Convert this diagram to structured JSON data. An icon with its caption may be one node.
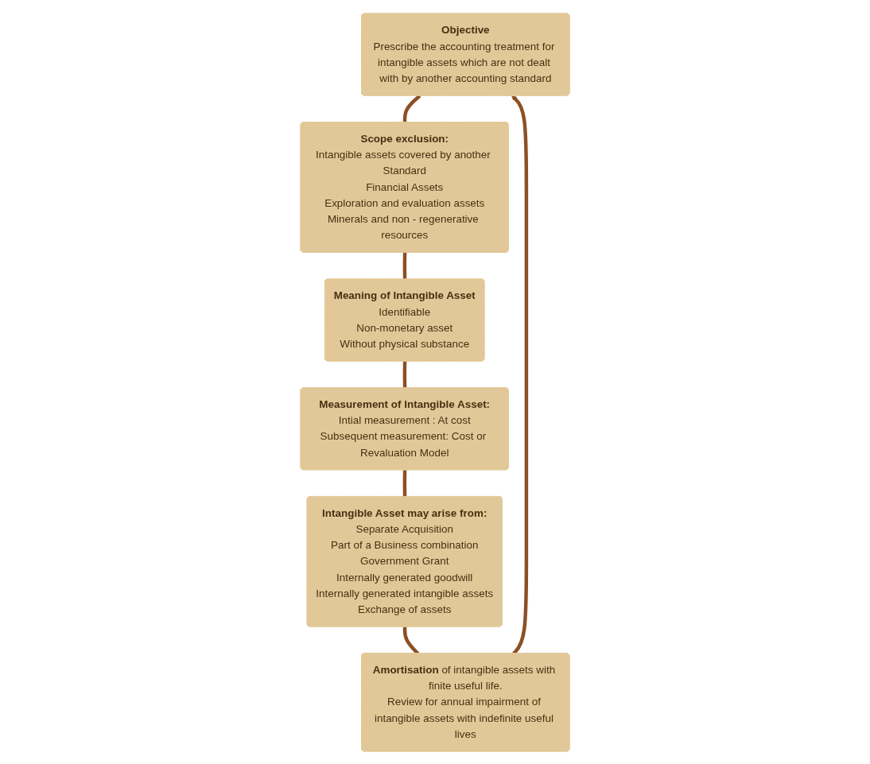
{
  "diagram": {
    "nodes": [
      {
        "text": [
          "Objective",
          "Prescribe the accounting treatment for intangible assets which are not dealt with by another accounting standard"
        ]
      },
      {
        "text": [
          "**Amortisation** of intangible assets with finite useful life.",
          "Review for annual impairment of intangible assets with indefinite useful lives"
        ]
      },
      {
        "text": [
          "Scope exclusion:",
          "Intangible assets covered by another Standard",
          "Financial Assets",
          "Exploration and evaluation assets",
          "Minerals and non - regenerative resources"
        ]
      },
      {
        "text": [
          "Intangible Asset may arise from:",
          "Separate Acquisition",
          "Part of a Business combination",
          "Government Grant",
          "Internally generated goodwill",
          "Internally generated intangible assets",
          "Exchange of assets"
        ]
      },
      {
        "text": [
          "Meaning of Intangible Asset",
          "Identifiable",
          "Non-monetary asset",
          "Without physical substance"
        ]
      },
      {
        "text": [
          "Measurement of Intangible Asset:",
          "Intial measurement : At cost",
          "Subsequent measurement: Cost or Revaluation Model"
        ]
      }
    ],
    "edges": [
      {
        "from": 0,
        "to": 2,
        "arrow": "none"
      },
      {
        "from": 2,
        "to": 4,
        "arrow": "none"
      },
      {
        "from": 4,
        "to": 5,
        "arrow": "none"
      },
      {
        "from": 5,
        "to": 3,
        "arrow": "none"
      },
      {
        "from": 3,
        "to": 1,
        "arrow": "none"
      },
      {
        "from": 1,
        "to": 0,
        "arrow": "to"
      }
    ]
  }
}
